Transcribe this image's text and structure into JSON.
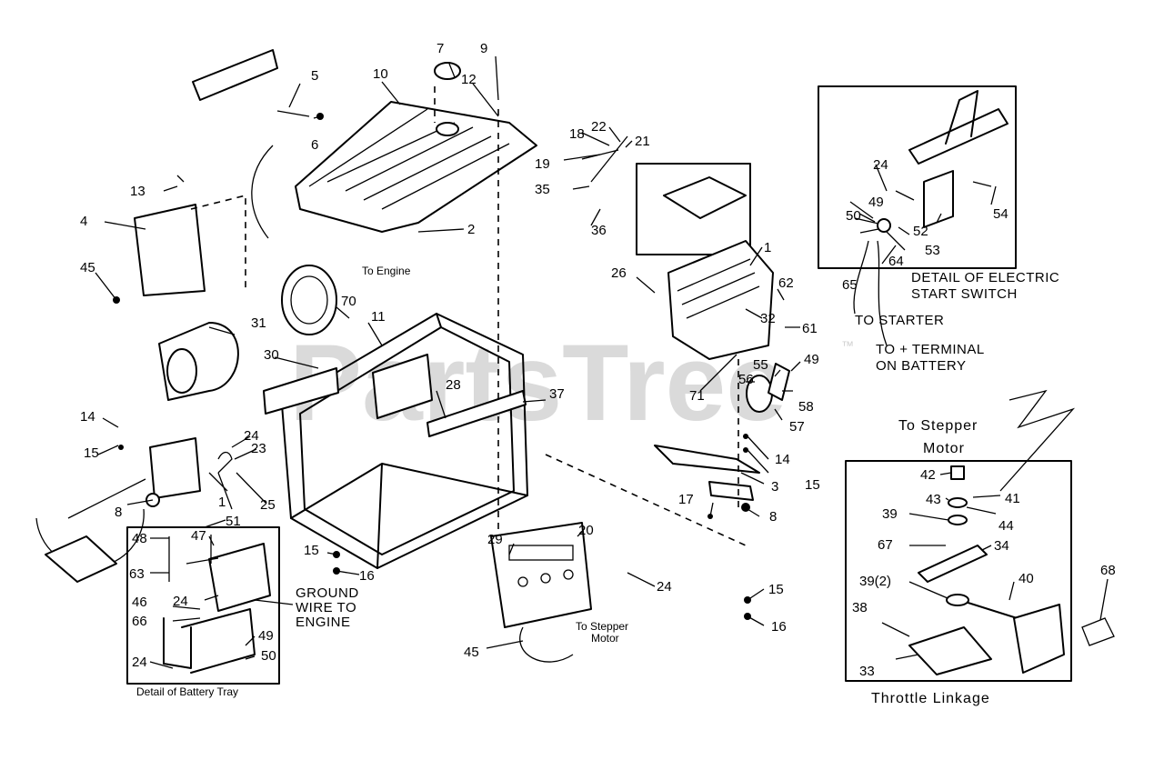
{
  "watermark": {
    "text": "PartsTree",
    "tm": "™"
  },
  "captions": {
    "to_engine": "To Engine",
    "detail_electric_1": "DETAIL OF ELECTRIC",
    "detail_electric_2": "START SWITCH",
    "to_starter": "TO STARTER",
    "to_terminal_1": "TO + TERMINAL",
    "to_terminal_2": "ON BATTERY",
    "to_stepper_1": "To Stepper",
    "to_stepper_2": "Motor",
    "ground_1": "GROUND",
    "ground_2": "WIRE TO",
    "ground_3": "ENGINE",
    "to_stepper_small_1": "To Stepper",
    "to_stepper_small_2": "Motor",
    "battery_tray": "Detail of Battery Tray",
    "throttle": "Throttle Linkage"
  },
  "callouts": {
    "n1": "1",
    "n1b": "1",
    "n2": "2",
    "n3": "3",
    "n4": "4",
    "n5": "5",
    "n6": "6",
    "n7": "7",
    "n8": "8",
    "n8b": "8",
    "n9": "9",
    "n10": "10",
    "n11": "11",
    "n12": "12",
    "n13": "13",
    "n14": "14",
    "n14b": "14",
    "n15": "15",
    "n15b": "15",
    "n15c": "15",
    "n15d": "15",
    "n16": "16",
    "n16b": "16",
    "n17": "17",
    "n18": "18",
    "n19": "19",
    "n20": "20",
    "n21": "21",
    "n22": "22",
    "n23": "23",
    "n24": "24",
    "n24b": "24",
    "n24c": "24",
    "n24d": "24",
    "n24e": "24",
    "n25": "25",
    "n26": "26",
    "n28": "28",
    "n29": "29",
    "n30": "30",
    "n31": "31",
    "n32": "32",
    "n33": "33",
    "n34": "34",
    "n35": "35",
    "n36": "36",
    "n37": "37",
    "n38": "38",
    "n39": "39",
    "n39b": "39(2)",
    "n40": "40",
    "n41": "41",
    "n42": "42",
    "n43": "43",
    "n44": "44",
    "n45": "45",
    "n45b": "45",
    "n46": "46",
    "n47": "47",
    "n48": "48",
    "n49": "49",
    "n49b": "49",
    "n49c": "49",
    "n50": "50",
    "n50b": "50",
    "n51": "51",
    "n52": "52",
    "n53": "53",
    "n54": "54",
    "n55": "55",
    "n56": "56",
    "n57": "57",
    "n58": "58",
    "n61": "61",
    "n62": "62",
    "n63": "63",
    "n64": "64",
    "n65": "65",
    "n66": "66",
    "n67": "67",
    "n68": "68",
    "n70": "70",
    "n71": "71"
  }
}
